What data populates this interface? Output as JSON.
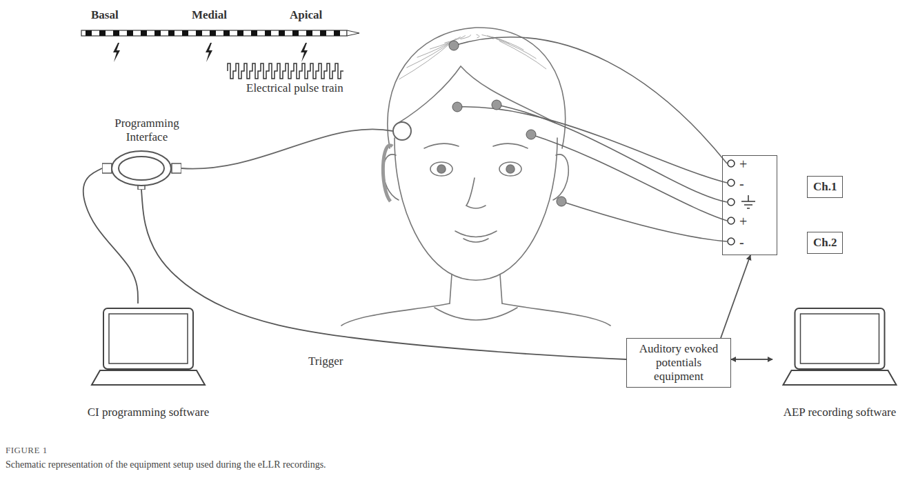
{
  "diagram": {
    "caption": "Schematic representation of the equipment setup used during the eLLR recordings.",
    "nodes": [
      {
        "text": [
          "Programming Interface"
        ]
      },
      {
        "text": [
          "CI programming software"
        ]
      },
      {
        "text": [
          "+",
          "-",
          "+",
          "-"
        ]
      },
      {
        "text": [
          "Ch.1"
        ]
      },
      {
        "text": [
          "Ch.2"
        ]
      },
      {
        "text": [
          "Auditory evoked potentials equipment"
        ]
      },
      {
        "text": [
          "AEP recording software"
        ]
      }
    ],
    "edges": [
      {
        "from": 1,
        "to": 0,
        "arrow": "none"
      },
      {
        "from": 0,
        "to": 5,
        "label": "Trigger",
        "arrow": "none"
      },
      {
        "from": 5,
        "to": 6,
        "arrow": "both"
      },
      {
        "from": 5,
        "to": 2,
        "arrow": "to"
      }
    ],
    "labels": [
      "Basal",
      "Medial",
      "Apical",
      "Electrical pulse train",
      "FIGURE 1"
    ]
  }
}
